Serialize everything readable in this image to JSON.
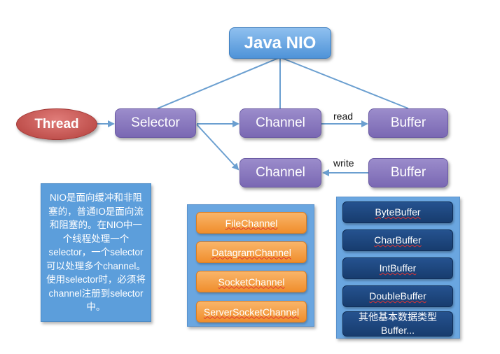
{
  "title": "Java NIO",
  "nodes": {
    "thread": "Thread",
    "selector": "Selector",
    "channel_top": "Channel",
    "buffer_top": "Buffer",
    "channel_bottom": "Channel",
    "buffer_bottom": "Buffer"
  },
  "edge_labels": {
    "read": "read",
    "write": "write"
  },
  "note": "NIO是面向缓冲和非阻塞的，普通IO是面向流和阻塞的。在NIO中一个线程处理一个selector，一个selector可以处理多个channel。使用selector时，必须将channel注册到selector中。",
  "channel_types": [
    "FileChannel",
    "DatagramChannel",
    "SocketChannel",
    "ServerSocketChannel"
  ],
  "buffer_types": [
    "ByteBuffer",
    "CharBuffer",
    "IntBuffer",
    "DoubleBuffer",
    "其他基本数据类型Buffer..."
  ],
  "colors": {
    "title": "#5aa0e0",
    "node": "#8a7bc0",
    "thread": "#c9524e",
    "note": "#5c9edb",
    "channel_item": "#f5a14a",
    "buffer_item": "#1f4a85",
    "line": "#6b9fd0"
  }
}
